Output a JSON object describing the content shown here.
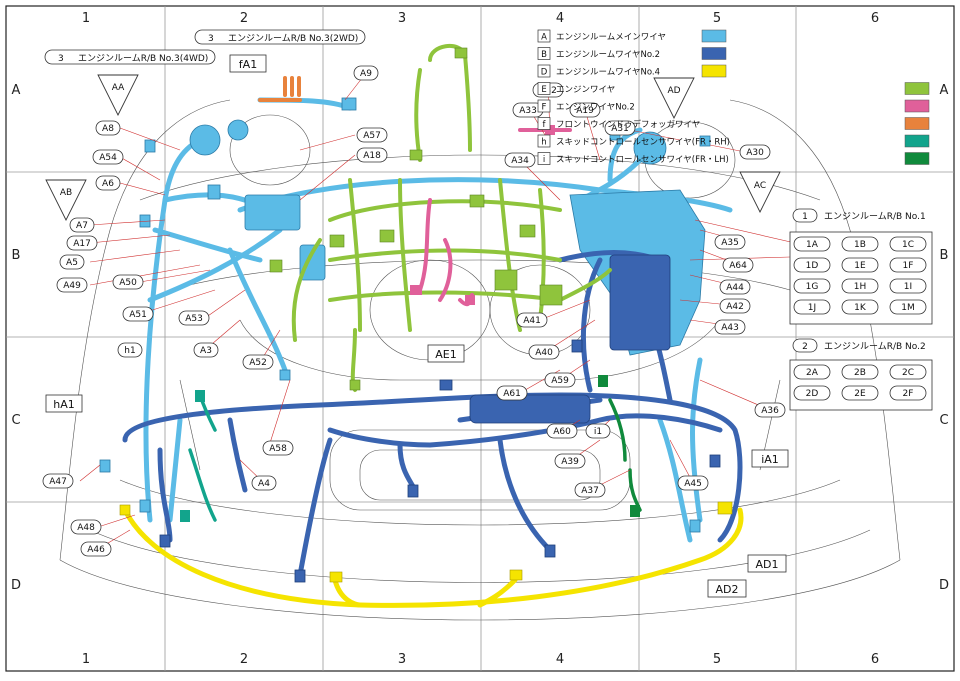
{
  "grid": {
    "cols": [
      "1",
      "2",
      "3",
      "4",
      "5",
      "6"
    ],
    "rows": [
      "A",
      "B",
      "C",
      "D"
    ]
  },
  "legend": [
    {
      "code": "A",
      "text": "エンジンルームメインワイヤ",
      "color": "#5bbbe6"
    },
    {
      "code": "B",
      "text": "エンジンルームワイヤNo.2",
      "color": "#3a64b0"
    },
    {
      "code": "D",
      "text": "エンジンルームワイヤNo.4",
      "color": "#f5e400"
    },
    {
      "code": "E",
      "text": "エンジンワイヤ",
      "color": "#8fc43c"
    },
    {
      "code": "F",
      "text": "エンジンワイヤNo.2",
      "color": "#e0609a"
    },
    {
      "code": "f",
      "text": "フロントウインドゥデフォッガワイヤ",
      "color": "#e8823c"
    },
    {
      "code": "h",
      "text": "スキッドコントロールセンサワイヤ(FR・RH)",
      "color": "#12a48c"
    },
    {
      "code": "i",
      "text": "スキッドコントロールセンサワイヤ(FR・LH)",
      "color": "#108a3c"
    }
  ],
  "rb_boxes": [
    {
      "num": "1",
      "title": "エンジンルームR/B No.1",
      "cells": [
        "1A",
        "1B",
        "1C",
        "1D",
        "1E",
        "1F",
        "1G",
        "1H",
        "1I",
        "1J",
        "1K",
        "1M"
      ]
    },
    {
      "num": "2",
      "title": "エンジンルームR/B No.2",
      "cells": [
        "2A",
        "2B",
        "2C",
        "2D",
        "2E",
        "2F"
      ]
    }
  ],
  "top_callouts": [
    {
      "num": "3",
      "text": "エンジンルームR/B No.3(2WD)"
    },
    {
      "num": "3",
      "text": "エンジンルームR/B No.3(4WD)"
    }
  ],
  "triangles": [
    "AA",
    "AB",
    "AD",
    "AC"
  ],
  "box_labels": [
    "fA1",
    "hA1",
    "AE1",
    "iA1",
    "AD1",
    "AD2"
  ],
  "labels": [
    "A9",
    "A8",
    "A57",
    "A18",
    "A54",
    "A6",
    "A7",
    "A17",
    "A5",
    "A49",
    "A50",
    "A51",
    "A53",
    "h1",
    "A3",
    "A52",
    "A47",
    "A4",
    "A58",
    "A48",
    "A46",
    "A32",
    "A33",
    "A19",
    "A31",
    "A30",
    "A34",
    "A35",
    "A64",
    "A44",
    "A42",
    "A43",
    "A41",
    "A40",
    "A59",
    "A61",
    "A60",
    "i1",
    "A39",
    "A36",
    "A37",
    "A45"
  ]
}
